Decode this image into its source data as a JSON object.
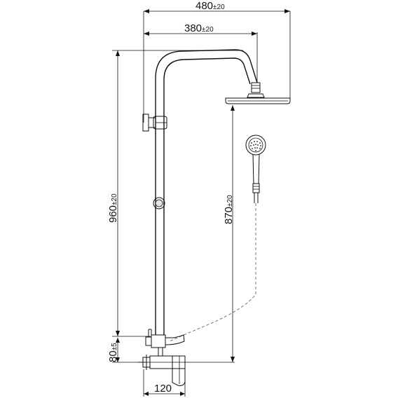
{
  "dimensions": {
    "overall_width": {
      "value": "480",
      "tolerance": "±20"
    },
    "arm_width": {
      "value": "380",
      "tolerance": "±20"
    },
    "column_height": {
      "value": "960",
      "tolerance": "±20"
    },
    "head_height": {
      "value": "870",
      "tolerance": "±20"
    },
    "inlet_offset": {
      "value": "80",
      "tolerance": "±5"
    },
    "mixer_width": {
      "value": "120",
      "tolerance": ""
    }
  },
  "colors": {
    "line": "#111111",
    "background": "#ffffff"
  }
}
